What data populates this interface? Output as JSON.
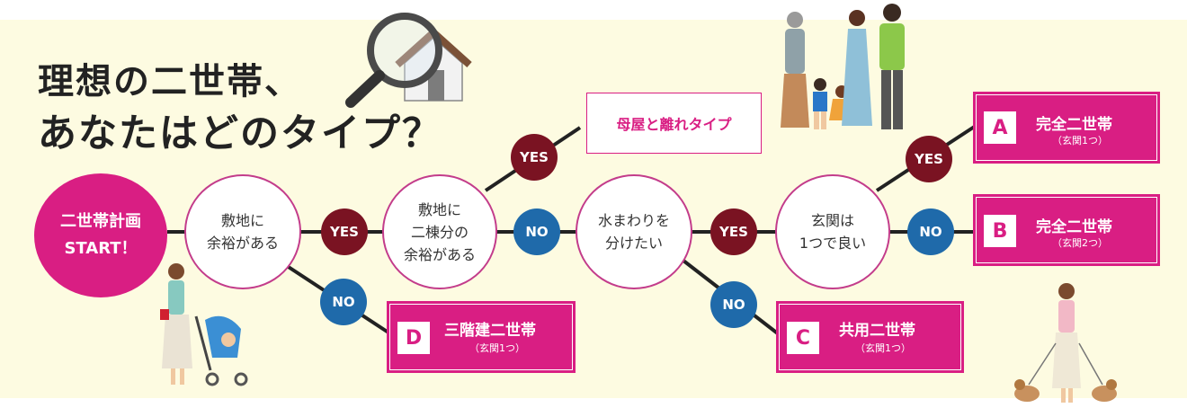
{
  "title": {
    "line1": "理想の二世帯、",
    "line2": "あなたはどのタイプ？"
  },
  "start": "二世帯計画\nSTART！",
  "questions": {
    "q1": "敷地に\n余裕がある",
    "q2": "敷地に\n二棟分の\n余裕がある",
    "q3": "水まわりを\n分けたい",
    "q4": "玄関は\n1つで良い"
  },
  "badges": {
    "yes": "YES",
    "no": "NO"
  },
  "separate_house": "母屋と離れタイプ",
  "results": {
    "A": {
      "letter": "A",
      "name": "完全二世帯",
      "sub": "（玄関1つ）"
    },
    "B": {
      "letter": "B",
      "name": "完全二世帯",
      "sub": "（玄関2つ）"
    },
    "C": {
      "letter": "C",
      "name": "共用二世帯",
      "sub": "（玄関1つ）"
    },
    "D": {
      "letter": "D",
      "name": "三階建二世帯",
      "sub": "（玄関1つ）"
    }
  },
  "colors": {
    "magenta": "#d91e83",
    "yes": "#7a1322",
    "no": "#1f6aaa",
    "background": "#fdfbe1"
  },
  "icons": [
    "magnifier-house-icon",
    "family-illustration",
    "mother-stroller-illustration",
    "woman-dogs-illustration"
  ]
}
